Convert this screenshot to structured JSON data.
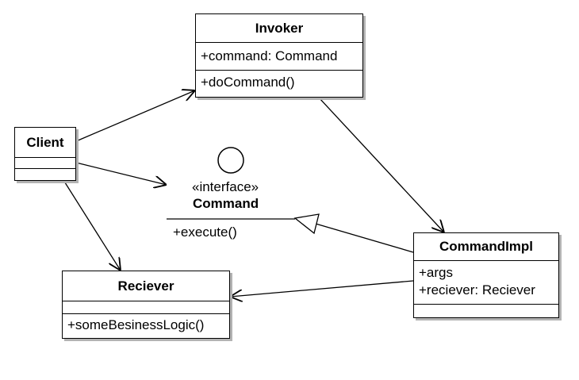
{
  "classes": {
    "invoker": {
      "name": "Invoker",
      "attributes": [
        "+command: Command"
      ],
      "operations": [
        "+doCommand()"
      ]
    },
    "client": {
      "name": "Client"
    },
    "command": {
      "stereotype": "«interface»",
      "name": "Command",
      "operations": [
        "+execute()"
      ]
    },
    "command_impl": {
      "name": "CommandImpl",
      "attributes": [
        "+args",
        "+reciever: Reciever"
      ]
    },
    "reciever": {
      "name": "Reciever",
      "operations": [
        "+someBesinessLogic()"
      ]
    }
  },
  "colors": {
    "line": "#000000",
    "shadow": "#b3b3b3",
    "background": "#ffffff"
  }
}
